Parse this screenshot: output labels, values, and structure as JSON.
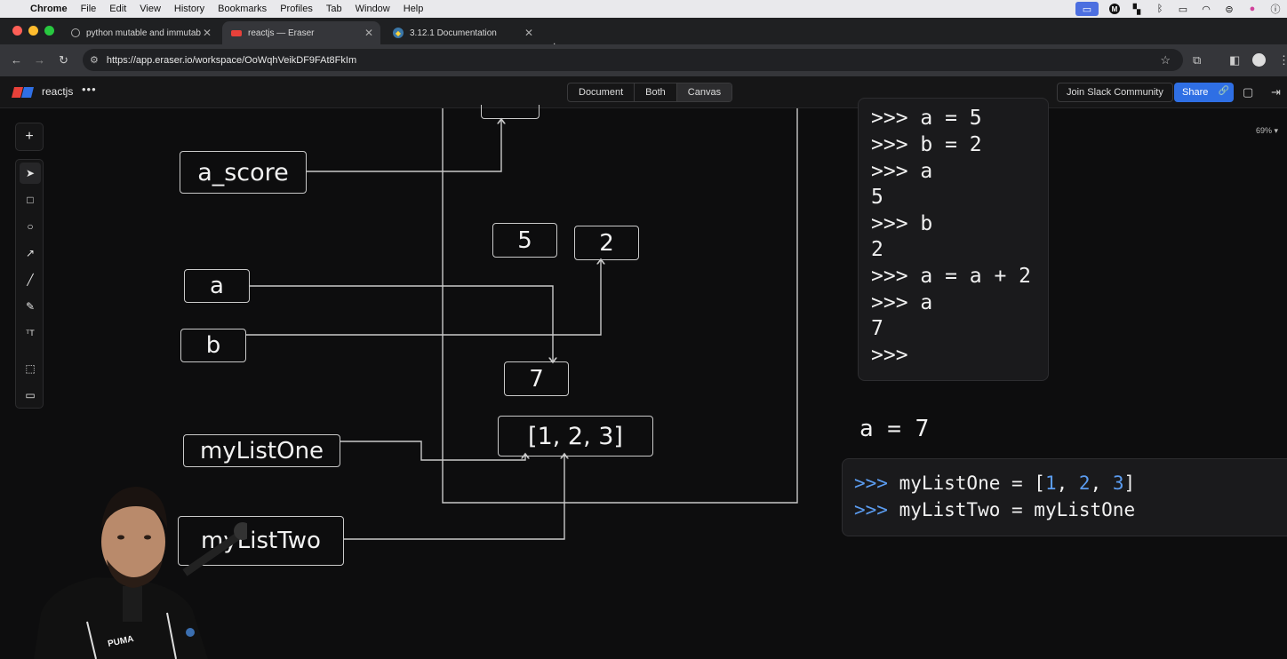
{
  "menubar": {
    "items": [
      "Chrome",
      "File",
      "Edit",
      "View",
      "History",
      "Bookmarks",
      "Profiles",
      "Tab",
      "Window",
      "Help"
    ],
    "m_icon": "M"
  },
  "tabs": [
    {
      "title": "python mutable and immutab",
      "active": false
    },
    {
      "title": "reactjs — Eraser",
      "active": true
    },
    {
      "title": "3.12.1 Documentation",
      "active": false
    }
  ],
  "address": {
    "url": "https://app.eraser.io/workspace/OoWqhVeikDF9FAt8FkIm"
  },
  "app": {
    "project_name": "reactjs",
    "view_modes": [
      "Document",
      "Both",
      "Canvas"
    ],
    "active_view": "Canvas",
    "join_slack_label": "Join Slack Community",
    "share_label": "Share",
    "zoom_label": "69% ▾"
  },
  "toolbar": {
    "add_icon": "plus-icon",
    "tools": [
      "select-icon",
      "rectangle-icon",
      "circle-icon",
      "arrow-icon",
      "line-icon",
      "pen-icon",
      "text-icon",
      "frame-icon",
      "comment-icon"
    ]
  },
  "diagram": {
    "variables": {
      "a_score": "a_score",
      "a": "a",
      "b": "b",
      "myListOne": "myListOne",
      "myListTwo": "myListTwo"
    },
    "values": {
      "five": "5",
      "two": "2",
      "seven": "7",
      "list": "[1, 2, 3]"
    }
  },
  "terminal1": {
    "lines": [
      ">>> a = 5",
      ">>> b = 2",
      ">>> a",
      "5",
      ">>> b",
      "2",
      ">>> a = a + 2",
      ">>> a",
      "7",
      ">>>"
    ]
  },
  "note": "a = 7",
  "terminal2": {
    "line1": {
      "prompt": ">>> ",
      "text1": "myListOne = [",
      "n1": "1",
      "sep1": ", ",
      "n2": "2",
      "sep2": ", ",
      "n3": "3",
      "text2": "]"
    },
    "line2": {
      "prompt": ">>> ",
      "text": "myListTwo = myListOne"
    }
  },
  "colors": {
    "accent": "#2f6fe4",
    "prompt_blue": "#5b9cf0",
    "canvas_bg": "#0d0d0e",
    "shape_stroke": "#c9c9c9"
  }
}
